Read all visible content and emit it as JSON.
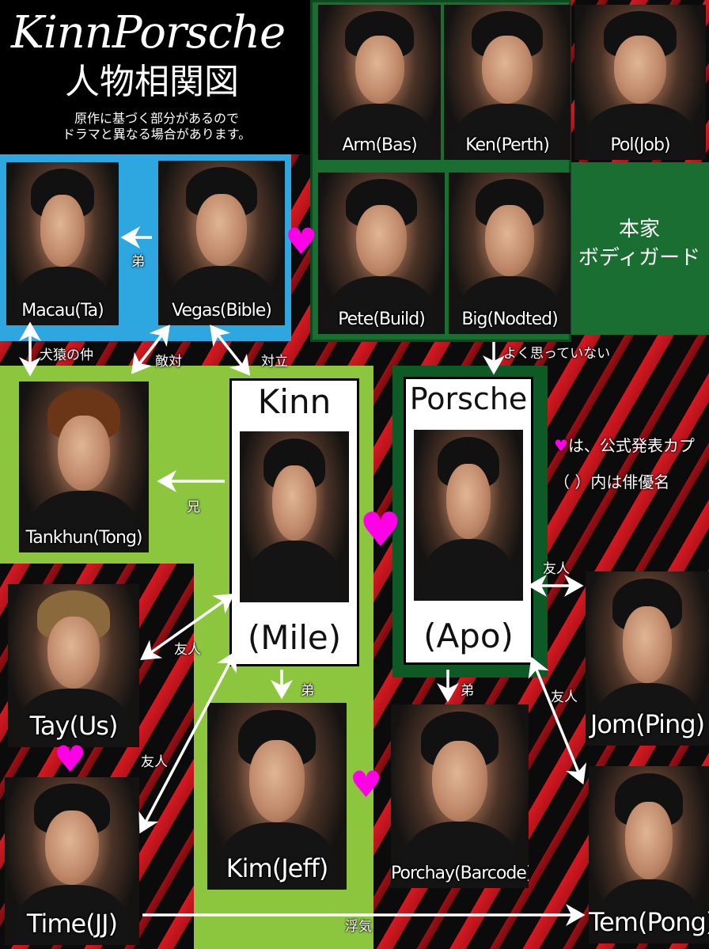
{
  "title": {
    "main": "KinnPorsche",
    "sub": "人物相関図",
    "note_line1": "原作に基づく部分があるので",
    "note_line2": "ドラマと異なる場合があります。"
  },
  "groups": {
    "honke_bodyguard": "本家\nボディガード"
  },
  "characters": {
    "arm": "Arm(Bas)",
    "ken": "Ken(Perth)",
    "pol": "Pol(Job)",
    "pete": "Pete(Build)",
    "big": "Big(Nodted)",
    "macau": "Macau(Ta)",
    "vegas": "Vegas(Bible)",
    "tankhun": "Tankhun(Tong)",
    "tay": "Tay(Us)",
    "time": "Time(JJ)",
    "kim": "Kim(Jeff)",
    "porchay": "Porchay(Barcode)",
    "jom": "Jom(Ping)",
    "tem": "Tem(Pong)"
  },
  "leads": {
    "kinn_name": "Kinn",
    "kinn_actor": "(Mile)",
    "porsche_name": "Porsche",
    "porsche_actor": "(Apo)"
  },
  "relations": {
    "younger_brother": "弟",
    "inuzaru": "犬猿の仲",
    "hostile": "敵対",
    "conflict": "対立",
    "not_fond": "よく思っていない",
    "older_brother": "兄",
    "friend": "友人",
    "cheating": "浮気"
  },
  "legend": {
    "heart_symbol": "♥",
    "line1": "は、公式発表カプ",
    "line2": "（ ）内は俳優名"
  },
  "colors": {
    "heart": "#ff00e6",
    "blue_group": "#2ea6e0",
    "green_group": "#1b6e31",
    "lime_group": "#8cc63f"
  }
}
